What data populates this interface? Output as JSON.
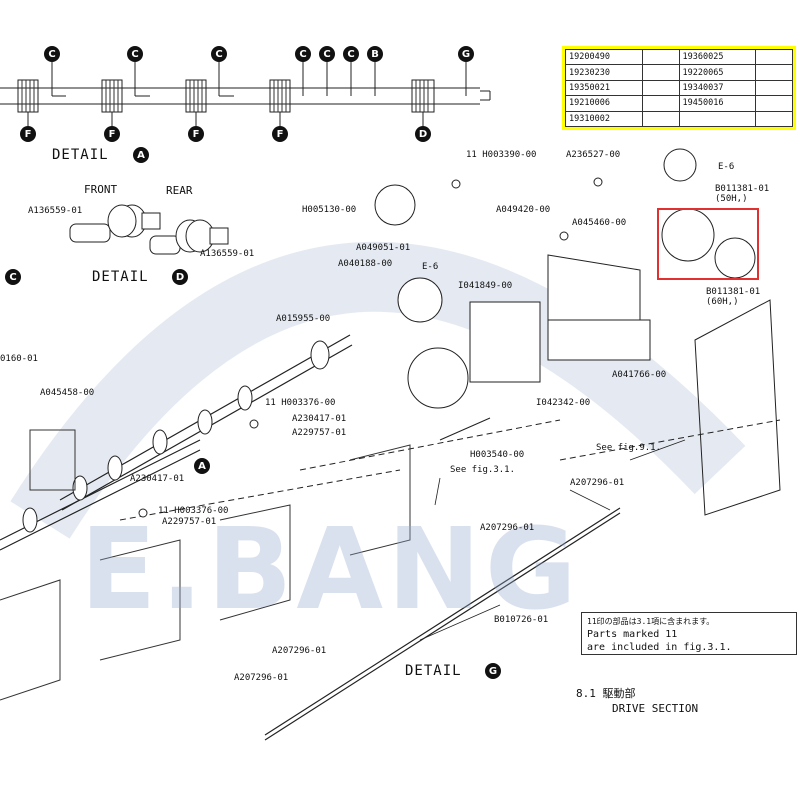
{
  "colors": {
    "highlight": "#e03030",
    "table_bg": "#ffff00",
    "watermark": "#96aacd"
  },
  "watermark": "E.BANG",
  "top_badges": {
    "c1": "C",
    "c2": "C",
    "c3": "C",
    "c4": "C",
    "c5": "C",
    "c6": "C",
    "b": "B",
    "g": "G",
    "f1": "F",
    "f2": "F",
    "f3": "F",
    "f4": "F",
    "d": "D"
  },
  "detail_a": {
    "label": "DETAIL",
    "badge": "A"
  },
  "detail_d": {
    "label": "DETAIL",
    "badge": "D",
    "front": "FRONT",
    "rear": "REAR",
    "part_left": "A136559-01",
    "part_right": "A136559-01",
    "badge_c": "C"
  },
  "detail_g": {
    "label": "DETAIL",
    "badge": "G"
  },
  "arrow_a_badge": "A",
  "code_table": {
    "left": [
      "19200490",
      "19230230",
      "19350021",
      "19210006",
      "19310002"
    ],
    "right": [
      "19360025",
      "19220065",
      "19340037",
      "19450016",
      ""
    ]
  },
  "parts": {
    "h003390": "11 H003390-00",
    "a236527": "A236527-00",
    "e6_top": "E-6",
    "h005130": "H005130-00",
    "a049420": "A049420-00",
    "b011381_50": "B011381-01",
    "b011381_50_sub": "(50H,)",
    "a045460": "A045460-00",
    "a049051": "A049051-01",
    "a040188": "A040188-00",
    "e6_mid": "E-6",
    "i041849": "I041849-00",
    "b011381_60": "B011381-01",
    "b011381_60_sub": "(60H,)",
    "a015955": "A015955-00",
    "left_cut": "0160-01",
    "a045458": "A045458-00",
    "h003376_top": "11 H003376-00",
    "a230417_top": "A230417-01",
    "a229757_top": "A229757-01",
    "a041766": "A041766-00",
    "i042342": "I042342-00",
    "h003540": "H003540-00",
    "see91": "See fig.9.1.",
    "see31": "See fig.3.1.",
    "a230417_bot": "A230417-01",
    "h003376_bot": "11 H003376-00",
    "a229757_bot": "A229757-01",
    "a207296_1": "A207296-01",
    "a207296_2": "A207296-01",
    "b010726": "B010726-01",
    "a207296_3": "A207296-01",
    "a207296_4": "A207296-01"
  },
  "note": {
    "line1": "11印の部品は3.1項に含まれます。",
    "line2": "Parts marked 11",
    "line3": "are included in fig.3.1."
  },
  "section": {
    "number": "8.1 駆動部",
    "title": "DRIVE SECTION"
  }
}
